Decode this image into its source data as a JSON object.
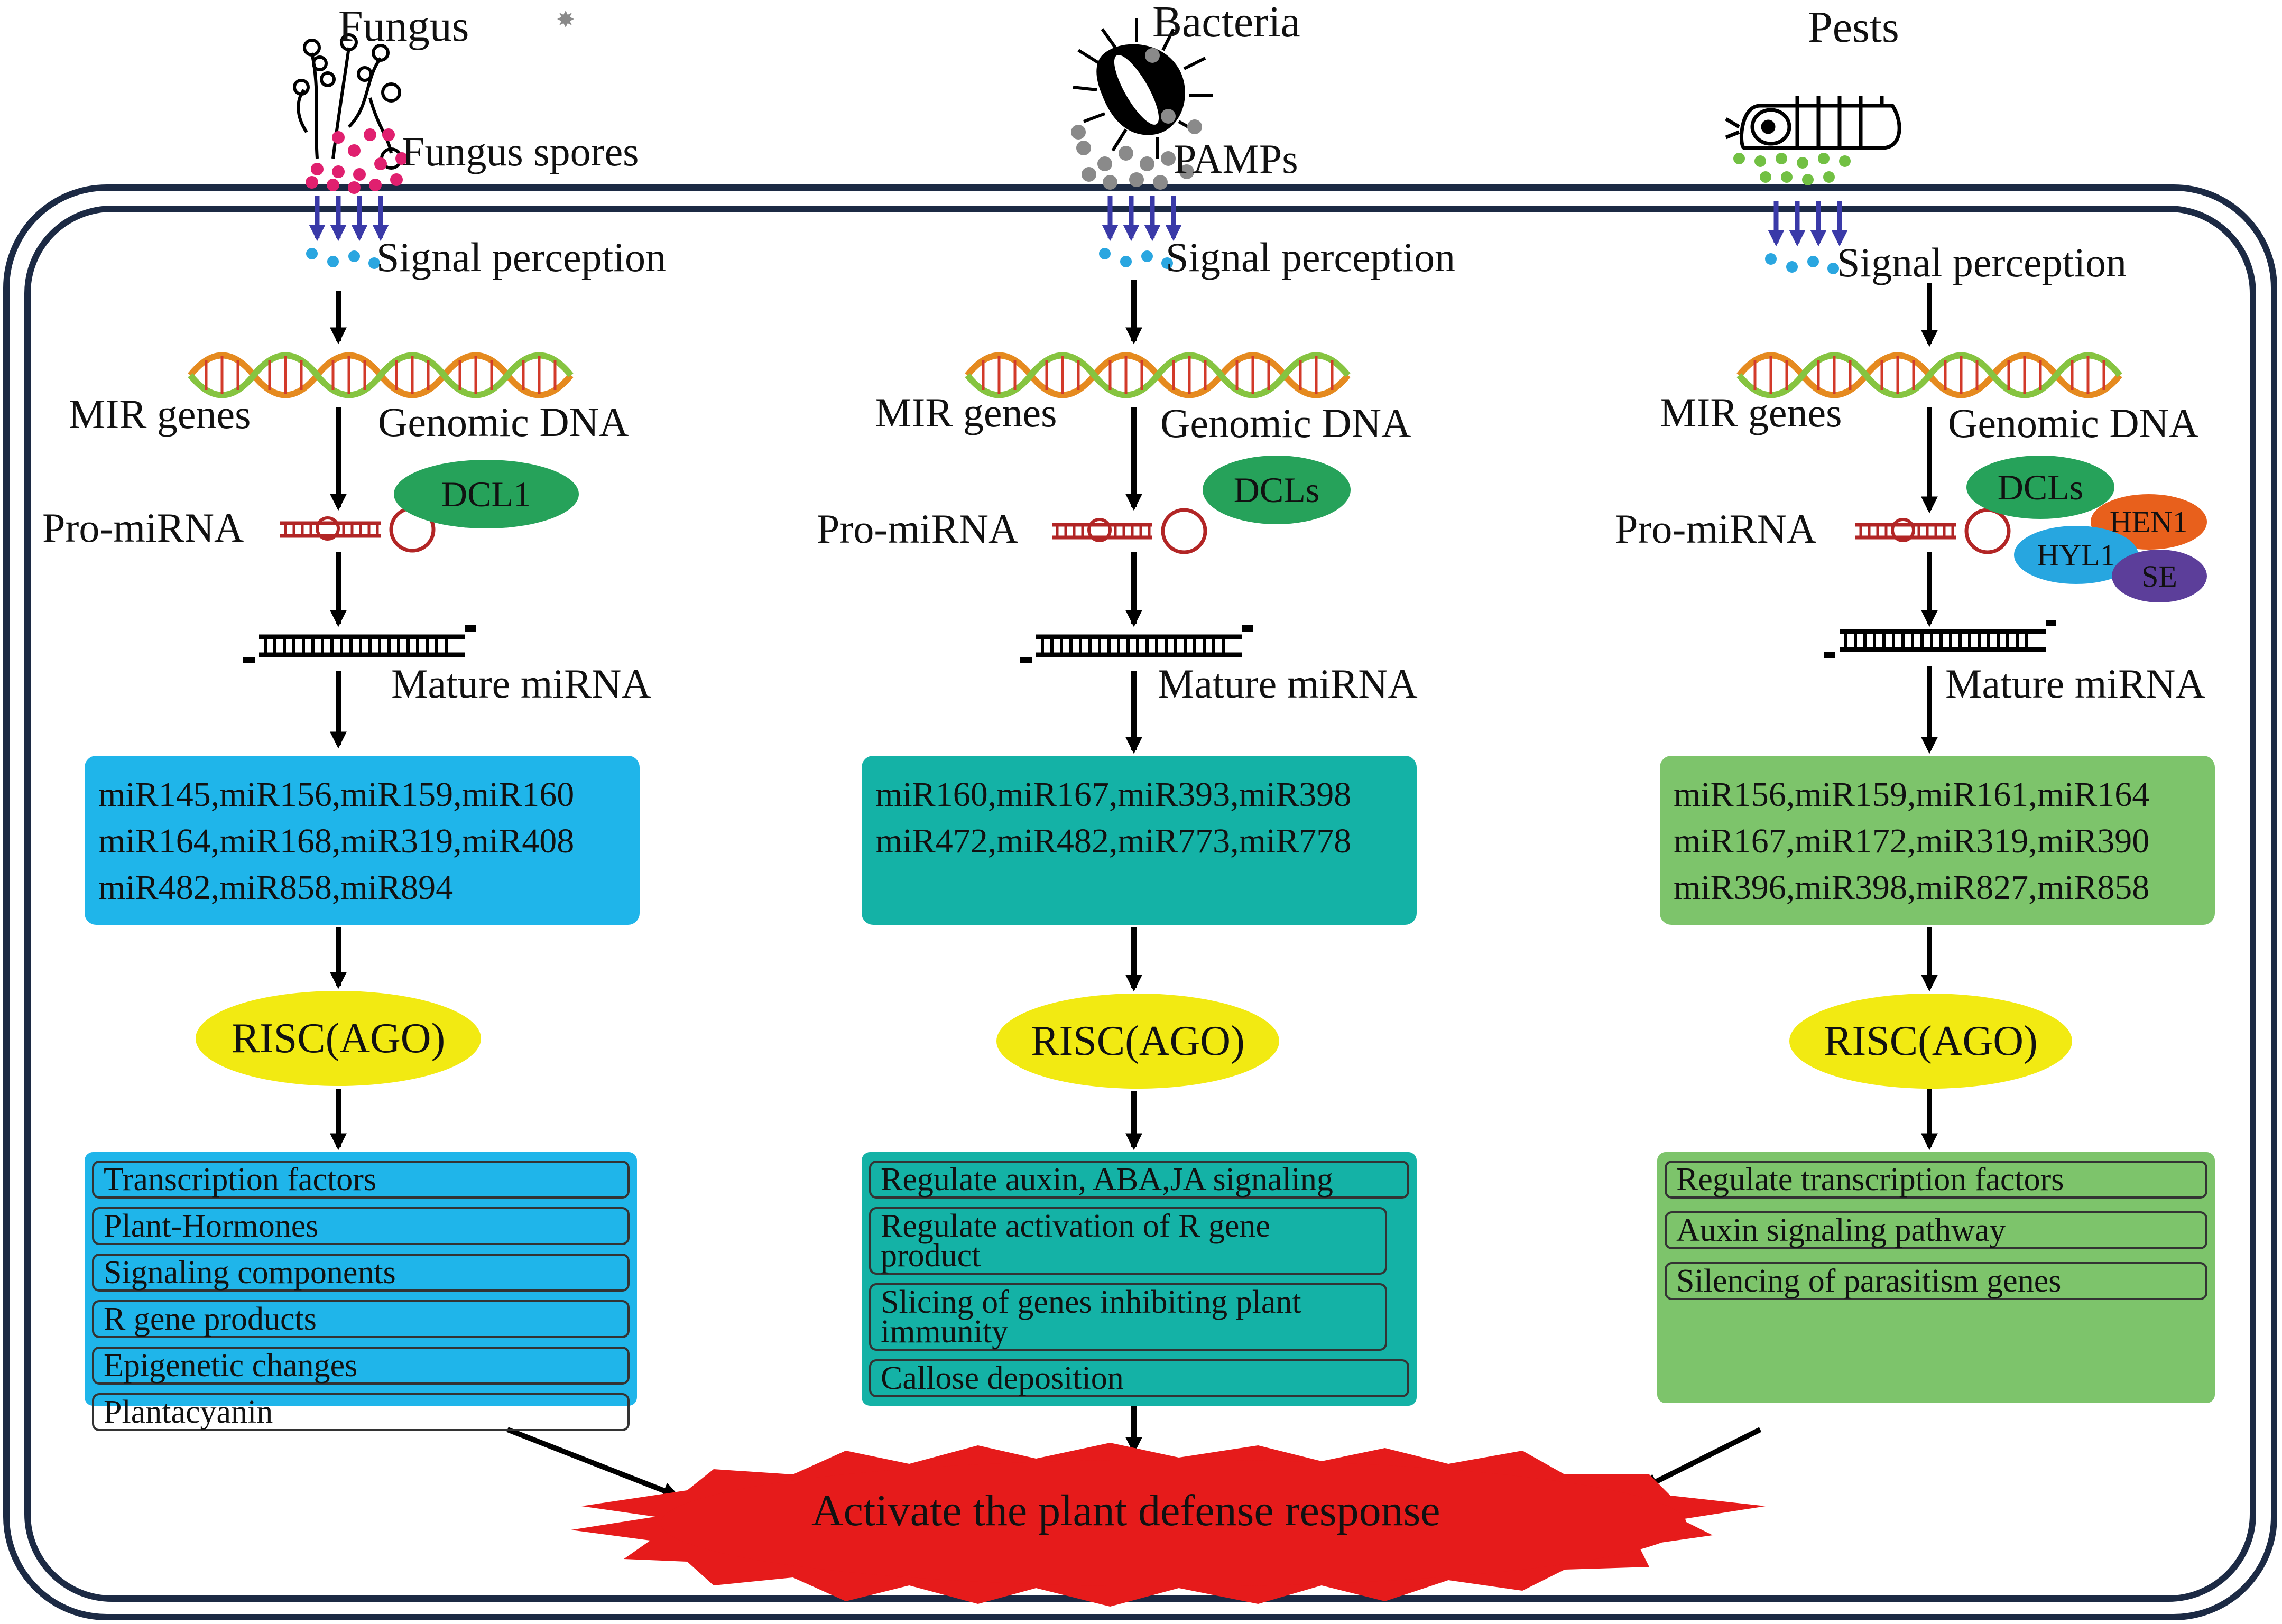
{
  "columns": [
    {
      "id": "fungus",
      "title": "Fungus",
      "stimulus": "Fungus spores",
      "perception": "Signal perception",
      "genes_label": "MIR genes",
      "dna_label": "Genomic DNA",
      "promirna": "Pro-miRNA",
      "enzymes": [
        "DCL1"
      ],
      "mature": "Mature miRNA",
      "mirna_lines": [
        "miR145,miR156,miR159,miR160",
        "miR164,miR168,miR319,miR408",
        "miR482,miR858,miR894"
      ],
      "risc_text": "RISC(AGO)",
      "targets": [
        "Transcription factors",
        "Plant-Hormones",
        "Signaling components",
        "R gene products",
        "Epigenetic changes",
        "Plantacyanin"
      ]
    },
    {
      "id": "bacteria",
      "title": "Bacteria",
      "stimulus": "PAMPs",
      "perception": "Signal perception",
      "genes_label": "MIR genes",
      "dna_label": "Genomic DNA",
      "promirna": "Pro-miRNA",
      "enzymes": [
        "DCLs"
      ],
      "mature": "Mature miRNA",
      "mirna_lines": [
        "miR160,miR167,miR393,miR398",
        "miR472,miR482,miR773,miR778"
      ],
      "risc_text": "RISC(AGO)",
      "targets": [
        "Regulate auxin, ABA,JA signaling",
        "Regulate activation of R gene product",
        "Slicing of genes inhibiting plant immunity",
        "Callose deposition"
      ]
    },
    {
      "id": "pests",
      "title": "Pests",
      "stimulus": "",
      "perception": "Signal perception",
      "genes_label": "MIR genes",
      "dna_label": "Genomic DNA",
      "promirna": "Pro-miRNA",
      "enzymes": [
        "DCLs",
        "HEN1",
        "HYL1",
        "SE"
      ],
      "mature": "Mature miRNA",
      "mirna_lines": [
        "miR156,miR159,miR161,miR164",
        "miR167,miR172,miR319,miR390",
        "miR396,miR398,miR827,miR858"
      ],
      "risc_text": "RISC(AGO)",
      "targets": [
        "Regulate transcription factors",
        "Auxin signaling pathway",
        "Silencing of parasitism genes"
      ]
    }
  ],
  "outcome": "Activate the plant defense response",
  "colors": {
    "fungus_box": "#1fb5ea",
    "bacteria_box": "#14b2a6",
    "pests_box": "#7dc46b",
    "risc": "#f2ea12",
    "dcl": "#26a25a",
    "hen1": "#e8601c",
    "hyl1": "#27a6e0",
    "se": "#5c3e9a",
    "defense": "#e61b1b",
    "membrane": "#1c2a44",
    "receptor": "#3a3aa8",
    "spores": "#e0206f",
    "pamps": "#8a8a8a",
    "pest_signal": "#72c043",
    "signal_dot": "#2aa6e0",
    "premirna": "#b22525"
  },
  "icons": [
    "fungus-hyphae-icon",
    "bacterium-icon",
    "pest-larva-icon",
    "dna-helix-icon",
    "hairpin-icon",
    "mirna-duplex-icon"
  ]
}
